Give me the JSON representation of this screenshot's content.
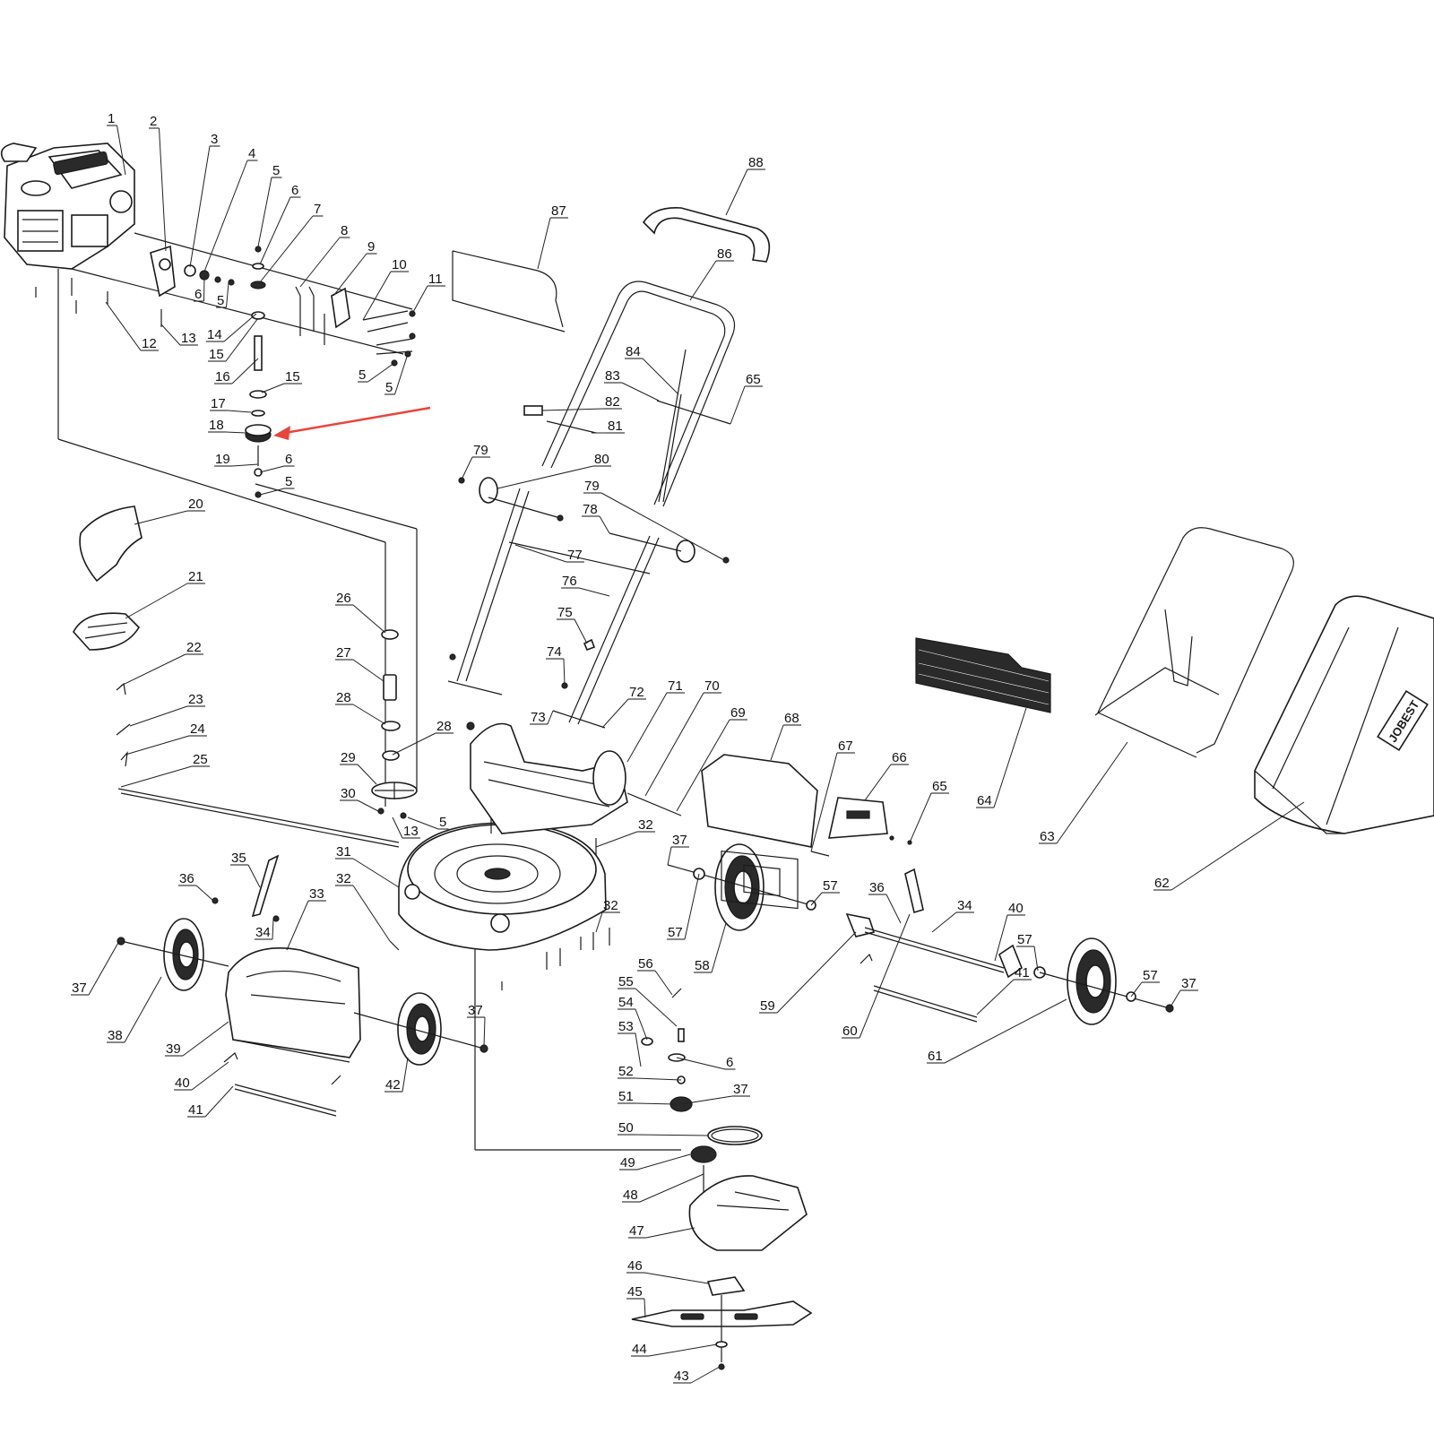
{
  "diagram": {
    "labels": [
      {
        "id": "1",
        "text": "1"
      },
      {
        "id": "2",
        "text": "2"
      },
      {
        "id": "3",
        "text": "3"
      },
      {
        "id": "4",
        "text": "4"
      },
      {
        "id": "5a",
        "text": "5"
      },
      {
        "id": "6a",
        "text": "6"
      },
      {
        "id": "7",
        "text": "7"
      },
      {
        "id": "8",
        "text": "8"
      },
      {
        "id": "9",
        "text": "9"
      },
      {
        "id": "10",
        "text": "10"
      },
      {
        "id": "11",
        "text": "11"
      },
      {
        "id": "6b",
        "text": "6"
      },
      {
        "id": "5b",
        "text": "5"
      },
      {
        "id": "12",
        "text": "12"
      },
      {
        "id": "13a",
        "text": "13"
      },
      {
        "id": "14",
        "text": "14"
      },
      {
        "id": "15a",
        "text": "15"
      },
      {
        "id": "16",
        "text": "16"
      },
      {
        "id": "15b",
        "text": "15"
      },
      {
        "id": "5c",
        "text": "5"
      },
      {
        "id": "5d",
        "text": "5"
      },
      {
        "id": "17",
        "text": "17"
      },
      {
        "id": "18",
        "text": "18"
      },
      {
        "id": "19",
        "text": "19"
      },
      {
        "id": "6c",
        "text": "6"
      },
      {
        "id": "5e",
        "text": "5"
      },
      {
        "id": "20",
        "text": "20"
      },
      {
        "id": "21",
        "text": "21"
      },
      {
        "id": "22",
        "text": "22"
      },
      {
        "id": "23",
        "text": "23"
      },
      {
        "id": "24",
        "text": "24"
      },
      {
        "id": "25",
        "text": "25"
      },
      {
        "id": "26",
        "text": "26"
      },
      {
        "id": "27",
        "text": "27"
      },
      {
        "id": "28a",
        "text": "28"
      },
      {
        "id": "28b",
        "text": "28"
      },
      {
        "id": "29",
        "text": "29"
      },
      {
        "id": "30",
        "text": "30"
      },
      {
        "id": "5f",
        "text": "5"
      },
      {
        "id": "13b",
        "text": "13"
      },
      {
        "id": "31",
        "text": "31"
      },
      {
        "id": "32a",
        "text": "32"
      },
      {
        "id": "32b",
        "text": "32"
      },
      {
        "id": "32c",
        "text": "32"
      },
      {
        "id": "33",
        "text": "33"
      },
      {
        "id": "34a",
        "text": "34"
      },
      {
        "id": "35",
        "text": "35"
      },
      {
        "id": "36a",
        "text": "36"
      },
      {
        "id": "37a",
        "text": "37"
      },
      {
        "id": "38",
        "text": "38"
      },
      {
        "id": "39",
        "text": "39"
      },
      {
        "id": "40a",
        "text": "40"
      },
      {
        "id": "41a",
        "text": "41"
      },
      {
        "id": "42",
        "text": "42"
      },
      {
        "id": "37b",
        "text": "37"
      },
      {
        "id": "37c",
        "text": "37"
      },
      {
        "id": "56",
        "text": "56"
      },
      {
        "id": "55",
        "text": "55"
      },
      {
        "id": "54",
        "text": "54"
      },
      {
        "id": "53",
        "text": "53"
      },
      {
        "id": "6d",
        "text": "6"
      },
      {
        "id": "52",
        "text": "52"
      },
      {
        "id": "51",
        "text": "51"
      },
      {
        "id": "37d",
        "text": "37"
      },
      {
        "id": "50",
        "text": "50"
      },
      {
        "id": "49",
        "text": "49"
      },
      {
        "id": "48",
        "text": "48"
      },
      {
        "id": "47",
        "text": "47"
      },
      {
        "id": "46",
        "text": "46"
      },
      {
        "id": "45",
        "text": "45"
      },
      {
        "id": "44",
        "text": "44"
      },
      {
        "id": "43",
        "text": "43"
      },
      {
        "id": "57a",
        "text": "57"
      },
      {
        "id": "57b",
        "text": "57"
      },
      {
        "id": "58",
        "text": "58"
      },
      {
        "id": "59",
        "text": "59"
      },
      {
        "id": "36b",
        "text": "36"
      },
      {
        "id": "34b",
        "text": "34"
      },
      {
        "id": "40b",
        "text": "40"
      },
      {
        "id": "57c",
        "text": "57"
      },
      {
        "id": "41b",
        "text": "41"
      },
      {
        "id": "60",
        "text": "60"
      },
      {
        "id": "61",
        "text": "61"
      },
      {
        "id": "57d",
        "text": "57"
      },
      {
        "id": "37e",
        "text": "37"
      },
      {
        "id": "62",
        "text": "62"
      },
      {
        "id": "63",
        "text": "63"
      },
      {
        "id": "64",
        "text": "64"
      },
      {
        "id": "65a",
        "text": "65"
      },
      {
        "id": "65b",
        "text": "65"
      },
      {
        "id": "66",
        "text": "66"
      },
      {
        "id": "67",
        "text": "67"
      },
      {
        "id": "68",
        "text": "68"
      },
      {
        "id": "69",
        "text": "69"
      },
      {
        "id": "70",
        "text": "70"
      },
      {
        "id": "71",
        "text": "71"
      },
      {
        "id": "72",
        "text": "72"
      },
      {
        "id": "73",
        "text": "73"
      },
      {
        "id": "74",
        "text": "74"
      },
      {
        "id": "75",
        "text": "75"
      },
      {
        "id": "76",
        "text": "76"
      },
      {
        "id": "77",
        "text": "77"
      },
      {
        "id": "78",
        "text": "78"
      },
      {
        "id": "79a",
        "text": "79"
      },
      {
        "id": "79b",
        "text": "79"
      },
      {
        "id": "80",
        "text": "80"
      },
      {
        "id": "81",
        "text": "81"
      },
      {
        "id": "82",
        "text": "82"
      },
      {
        "id": "83",
        "text": "83"
      },
      {
        "id": "84",
        "text": "84"
      },
      {
        "id": "86",
        "text": "86"
      },
      {
        "id": "87",
        "text": "87"
      },
      {
        "id": "88",
        "text": "88"
      }
    ],
    "grass_box_logo": "JOBEST",
    "highlight_arrow_color": "#e8453c",
    "line_color": "#1a1a1a"
  }
}
